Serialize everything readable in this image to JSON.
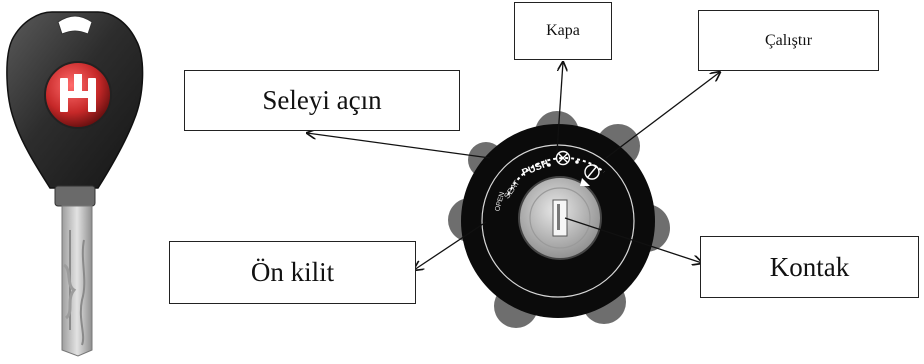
{
  "labels": {
    "kapa": "Kapa",
    "calistir": "Çalıştır",
    "seleyi_acin": "Seleyi açın",
    "on_kilit": "Ön kilit",
    "kontak": "Kontak"
  },
  "switch_markings": {
    "push": "PUSH",
    "seat": "SEAT",
    "open": "OPEN"
  },
  "colors": {
    "key_head": "#2b2b2b",
    "key_blade": "#bdbdbd",
    "logo_red": "#c62828",
    "switch_body": "#0b0b0b",
    "switch_lobes": "#6e6e6e",
    "cylinder": "#b5b5b5"
  }
}
